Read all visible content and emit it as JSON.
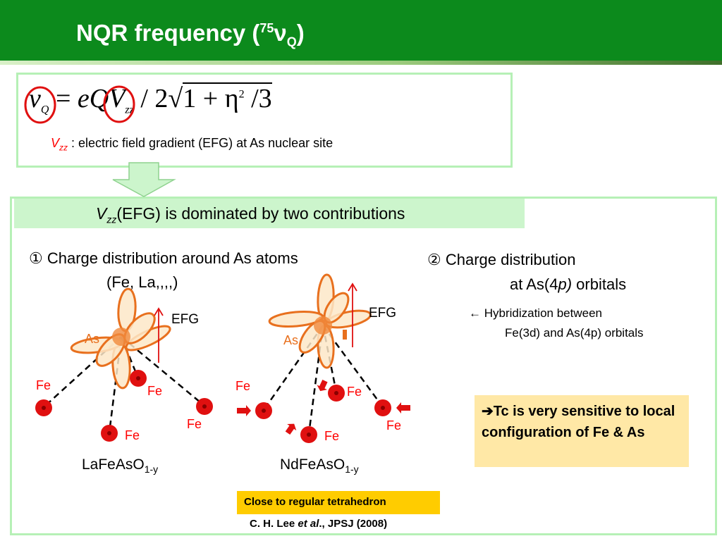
{
  "title": {
    "main": "NQR frequency (",
    "sup": "75",
    "nu": "ν",
    "sub": "Q",
    "close": ")"
  },
  "formula": {
    "nu": "ν",
    "nu_sub": "Q",
    "eq": " = ",
    "eq_body": "eQ",
    "v": "V",
    "v_sub": "zz",
    "slash": " / 2",
    "root_body": "1 + η",
    "eta_sup": "2",
    "tail": " /3"
  },
  "vzz_desc": {
    "v": "V",
    "sub": "zz",
    "text": " : electric field gradient (EFG)  at As nuclear site"
  },
  "banner": {
    "v": "V",
    "sub": "zz",
    "text": "(EFG) is dominated by two contributions"
  },
  "contrib1": {
    "line1": "① Charge distribution around As atoms",
    "line2": "(Fe, La,,,,)"
  },
  "contrib2": {
    "line1": "②   Charge distribution",
    "line2_pre": "at  As(4",
    "line2_p": "p)",
    "line2_post": " orbitals"
  },
  "hybrid": {
    "line1": "← Hybridization between",
    "line2": "Fe(3d) and As(4p) orbitals"
  },
  "tc_box": "➔Tc is very sensitive to local configuration of Fe & As",
  "diagram_left": {
    "as_label": "As",
    "efg_label": "EFG",
    "fe_labels": [
      "Fe",
      "Fe",
      "Fe",
      "Fe"
    ],
    "compound": "LaFeAsO",
    "compound_sub": "1-y"
  },
  "diagram_right": {
    "as_label": "As",
    "efg_label": "EFG",
    "fe_labels": [
      "Fe",
      "Fe",
      "Fe",
      "Fe"
    ],
    "compound": "NdFeAsO",
    "compound_sub": "1-y"
  },
  "close_box": "Close to regular tetrahedron",
  "citation": {
    "pre": "C. H. Lee ",
    "etal": "et al",
    "post": "., JPSJ (2008)"
  },
  "colors": {
    "header": "#0c8a1c",
    "box_border": "#b6f0b6",
    "banner": "#ccf5cc",
    "orbital_fill": "#fde7c8",
    "orbital_stroke": "#e8701e",
    "fe_atom": "#e01010",
    "tc_box": "#ffe8a6",
    "close_box": "#ffcc00"
  }
}
